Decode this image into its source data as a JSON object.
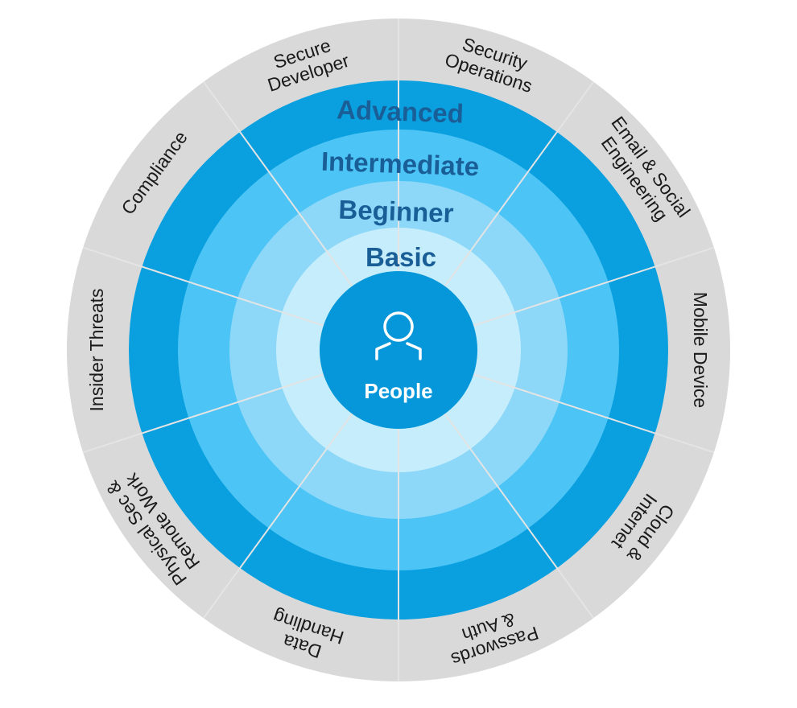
{
  "diagram": {
    "center": {
      "label": "People",
      "icon": "person-icon",
      "color": "#0597d9"
    },
    "levels": [
      {
        "label": "Basic",
        "fill": "#c6edfb",
        "text_color": "#1a5e97"
      },
      {
        "label": "Beginner",
        "fill": "#8dd8f8",
        "text_color": "#1a5e97"
      },
      {
        "label": "Intermediate",
        "fill": "#4cc4f5",
        "text_color": "#1a5e97"
      },
      {
        "label": "Advanced",
        "fill": "#0aa0df",
        "text_color": "#1a5e97"
      }
    ],
    "outer_ring_color": "#d9d9d9",
    "divider_color": "#e4e4e4",
    "segments": [
      {
        "lines": [
          "Security",
          "Operations"
        ]
      },
      {
        "lines": [
          "Email & Social",
          "Engineering"
        ]
      },
      {
        "lines": [
          "Mobile Device"
        ]
      },
      {
        "lines": [
          "Cloud &",
          "Internet"
        ]
      },
      {
        "lines": [
          "Passwords",
          "& Auth"
        ]
      },
      {
        "lines": [
          "Data",
          "Handling"
        ]
      },
      {
        "lines": [
          "Physical Sec &",
          "Remote Work"
        ]
      },
      {
        "lines": [
          "Insider Threats"
        ]
      },
      {
        "lines": [
          "Compliance"
        ]
      },
      {
        "lines": [
          "Secure",
          "Developer"
        ]
      }
    ]
  }
}
